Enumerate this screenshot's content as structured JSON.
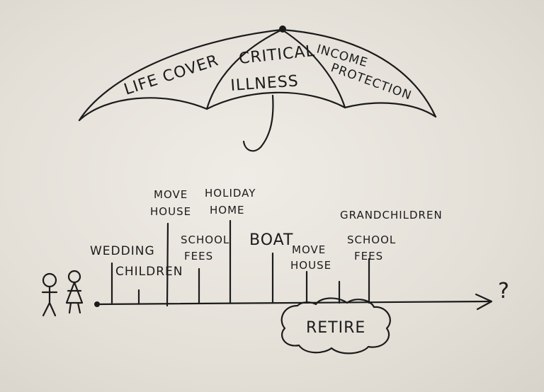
{
  "umbrella": {
    "sections": [
      "LIFE COVER",
      "CRITICAL",
      "ILLNESS",
      "INCOME",
      "PROTECTION"
    ]
  },
  "timeline": {
    "events": [
      {
        "label": "WEDDING"
      },
      {
        "label": "CHILDREN"
      },
      {
        "label": "MOVE",
        "label2": "HOUSE"
      },
      {
        "label": "SCHOOL",
        "label2": "FEES"
      },
      {
        "label": "HOLIDAY",
        "label2": "HOME"
      },
      {
        "label": "BOAT"
      },
      {
        "label": "MOVE",
        "label2": "HOUSE"
      },
      {
        "label": "GRANDCHILDREN"
      },
      {
        "label": "SCHOOL",
        "label2": "FEES"
      }
    ],
    "retire_label": "RETIRE",
    "end_mark": "?"
  }
}
